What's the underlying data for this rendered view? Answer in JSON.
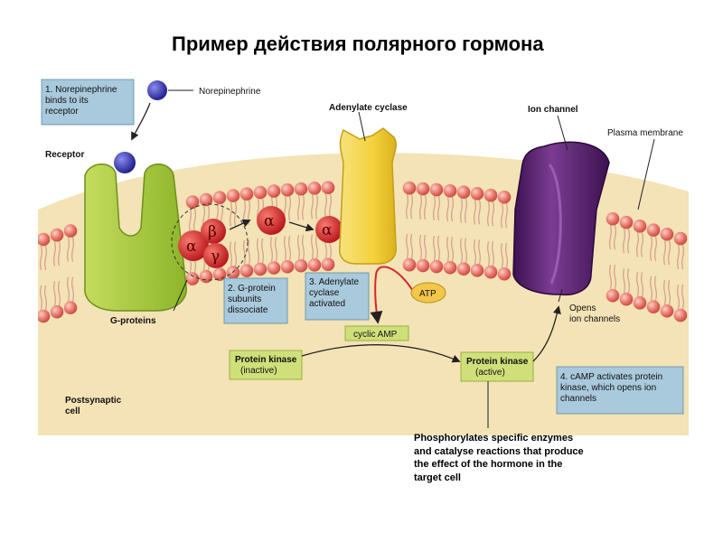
{
  "title": "Пример действия полярного гормона",
  "labels": {
    "norepinephrine": "Norepinephrine",
    "adenylate_cyclase": "Adenylate cyclase",
    "ion_channel": "Ion channel",
    "plasma_membrane": "Plasma membrane",
    "receptor": "Receptor",
    "g_proteins": "G-proteins",
    "atp": "ATP",
    "cyclic_amp": "cyclic AMP",
    "opens_line1": "Opens",
    "opens_line2": "ion channels",
    "postsynaptic_line1": "Postsynaptic",
    "postsynaptic_line2": "cell",
    "alpha": "α",
    "beta": "β",
    "gamma": "γ"
  },
  "steps": {
    "step1": [
      "1. Norepinephrine",
      "binds to its",
      "receptor"
    ],
    "step2": [
      "2. G-protein",
      "subunits",
      "dissociate"
    ],
    "step3": [
      "3. Adenylate",
      "cyclase",
      "activated"
    ],
    "step4": [
      "4. cAMP activates protein",
      "kinase, which opens ion",
      "channels"
    ]
  },
  "kinase": {
    "inactive_name": "Protein kinase",
    "inactive_state": "(inactive)",
    "active_name": "Protein kinase",
    "active_state": "(active)"
  },
  "caption": "Phosphorylates specific enzymes and  catalyse reactions that produce the effect of the hormone in the target cell",
  "colors": {
    "membrane_head": "#e8736a",
    "receptor": "#a7c93a",
    "adenylate_cyclase": "#f4d23c",
    "ion_channel": "#6a2f7e",
    "g_protein": "#d9242b",
    "step_box": "#a9c9dc",
    "kinase_box": "#cfe07a",
    "cytoplasm": "#f3e3b6"
  }
}
